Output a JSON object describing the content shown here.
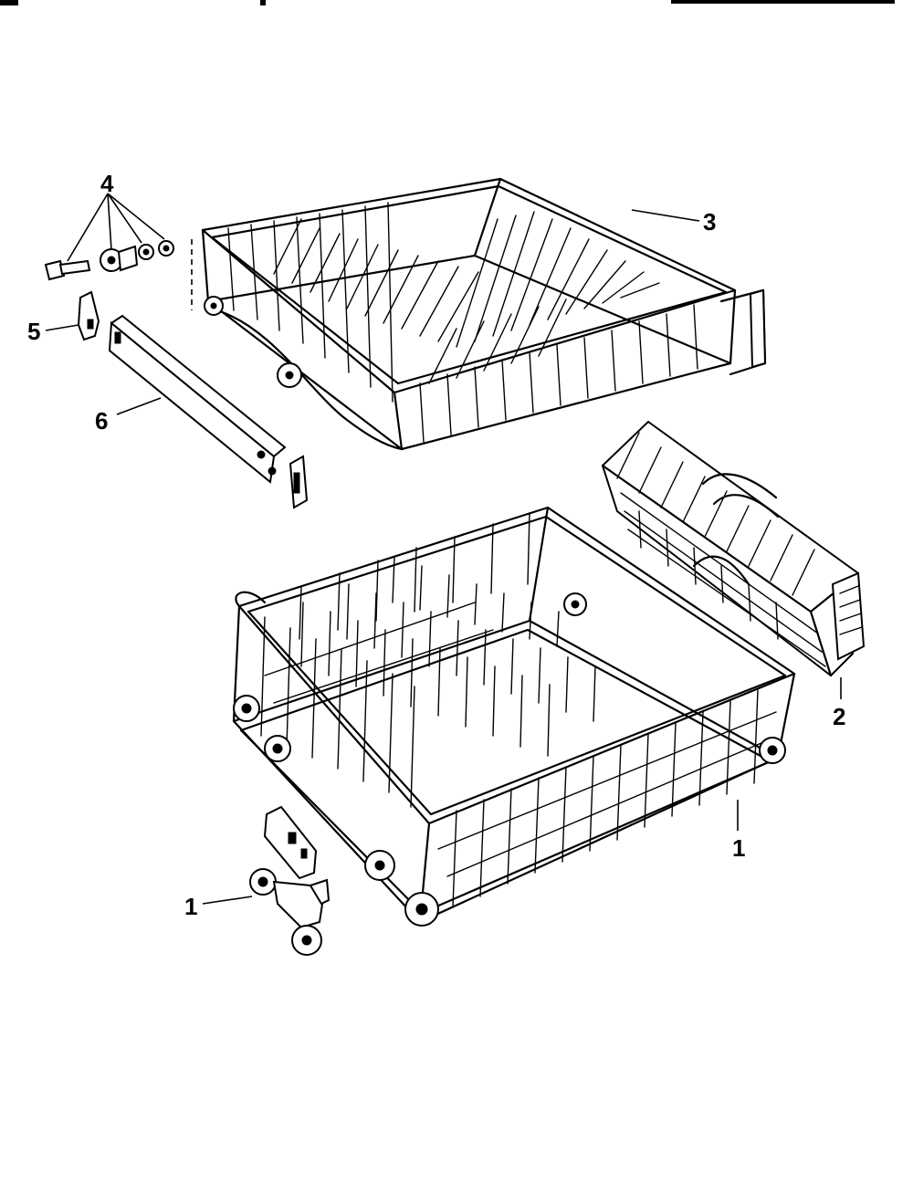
{
  "diagram": {
    "callouts": {
      "c1_lower_rack": "1",
      "c1_wheel_assembly": "1",
      "c2_silverware_basket": "2",
      "c3_upper_rack": "3",
      "c4_fastener_set": "4",
      "c5_stop_clip": "5",
      "c6_track_rail": "6"
    }
  }
}
